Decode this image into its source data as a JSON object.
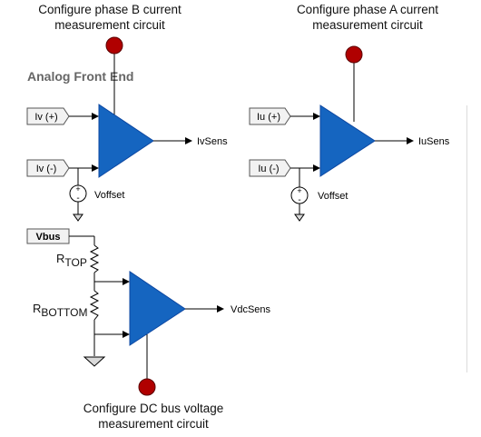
{
  "captions": {
    "phase_b": "Configure phase B current measurement circuit",
    "phase_a": "Configure phase A current measurement circuit",
    "dc_bus": "Configure DC bus voltage measurement circuit"
  },
  "section_title": "Analog Front End",
  "inputs": {
    "iv_pos": "Iv (+)",
    "iv_neg": "Iv (-)",
    "iu_pos": "Iu (+)",
    "iu_neg": "Iu (-)",
    "vbus": "Vbus"
  },
  "outputs": {
    "ivsens": "IvSens",
    "iusens": "IuSens",
    "vdcsens": "VdcSens"
  },
  "offset_labels": {
    "v_offset_b": "Voffset",
    "v_offset_a": "Voffset"
  },
  "source_polarity": {
    "plus": "+",
    "minus": "-"
  },
  "resistors": {
    "top_prefix": "R",
    "top_sub": "TOP",
    "bottom_prefix": "R",
    "bottom_sub": "BOTTOM"
  },
  "colors": {
    "amplifier_fill": "#1565c0",
    "config_dot": "#b00000",
    "wire": "#000000",
    "ground_fill": "#d9d9d9"
  }
}
